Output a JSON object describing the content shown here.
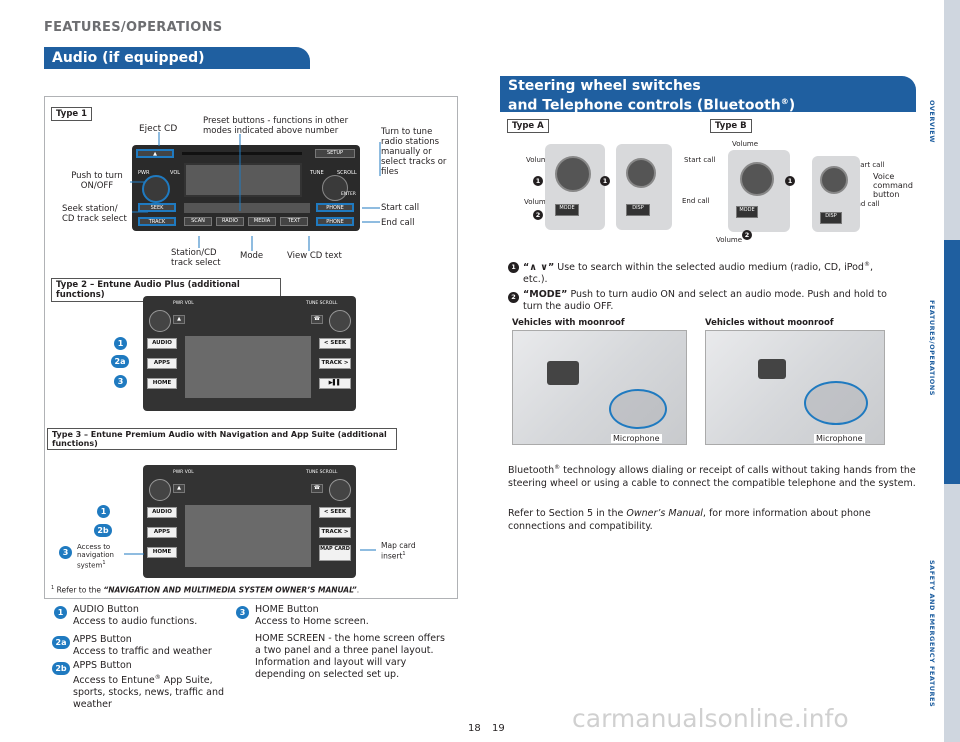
{
  "header": {
    "title": "FEATURES/OPERATIONS"
  },
  "audio": {
    "title": "Audio (if equipped)",
    "type1": {
      "label": "Type 1",
      "callouts": {
        "eject": "Eject CD",
        "preset": "Preset buttons - functions in other modes indicated above number",
        "turn": "Turn to tune radio stations manually or select tracks or files",
        "push": "Push to turn ON/OFF",
        "seek": "Seek station/ CD track select",
        "start_call": "Start call",
        "end_call": "End call",
        "station": "Station/CD track select",
        "mode": "Mode",
        "view": "View CD text"
      },
      "buttons": {
        "setup": "SETUP",
        "pwr": "PWR",
        "vol": "VOL",
        "tune": "TUNE",
        "scroll": "SCROLL",
        "enter": "ENTER",
        "seek": "SEEK",
        "track": "TRACK",
        "scan": "SCAN",
        "radio": "RADIO",
        "media": "MEDIA",
        "text": "TEXT",
        "phone": "PHONE"
      }
    },
    "type2": {
      "label": "Type 2 – Entune Audio Plus (additional functions)",
      "buttons": {
        "pwr_vol": "PWR VOL",
        "tune_scroll": "TUNE SCROLL",
        "audio": "AUDIO",
        "apps": "APPS",
        "home": "HOME",
        "seek": "< SEEK",
        "track": "TRACK >"
      }
    },
    "type3": {
      "label": "Type 3 – Entune Premium Audio with Navigation and App Suite (additional functions)",
      "buttons": {
        "pwr_vol": "PWR VOL",
        "tune_scroll": "TUNE SCROLL",
        "audio": "AUDIO",
        "apps": "APPS",
        "home": "HOME",
        "seek": "< SEEK",
        "track": "TRACK >",
        "map": "MAP CARD"
      },
      "access": "Access to navigation system",
      "map_card": "Map card insert"
    },
    "footnote_prefix": "Refer to the ",
    "footnote_title": "“NAVIGATION AND MULTIMEDIA SYSTEM OWNER’S MANUAL”",
    "footnote_suffix": ".",
    "sup1": "1",
    "markers": {
      "m1": "1",
      "m2a": "2a",
      "m2b": "2b",
      "m3": "3"
    },
    "legend": [
      {
        "marker": "1",
        "title": "AUDIO Button",
        "desc": "Access to audio functions."
      },
      {
        "marker": "2a",
        "title": "APPS Button",
        "desc": "Access to traffic and weather"
      },
      {
        "marker": "2b",
        "title": "APPS Button",
        "desc_pre": "Access to Entune",
        "desc_post": " App Suite, sports, stocks, news, traffic and weather"
      },
      {
        "marker": "3",
        "title": "HOME Button",
        "desc": "Access to Home screen.",
        "desc2": "HOME SCREEN - the home screen offers a two panel and a three panel layout. Information and layout will vary depending on selected set up."
      }
    ]
  },
  "steering": {
    "title_line1": "Steering wheel switches",
    "title_line2_pre": "and Telephone controls (Bluetooth",
    "title_line2_post": ")",
    "type_a": "Type A",
    "type_b": "Type B",
    "volume": "Volume",
    "start_call": "Start call",
    "end_call": "End call",
    "voice": "Voice command button",
    "mode_btn": "MODE",
    "disp_btn": "DISP",
    "item1_pre": "Use to search within the selected audio medium (radio, CD, iPod",
    "item1_post": ", etc.).",
    "item1_sym": "“∧  ∨”",
    "item2_title": "“MODE”",
    "item2_text": "Push to turn audio ON and select an audio mode. Push and hold to turn the audio OFF.",
    "moonroof": "Vehicles with moonroof",
    "no_moonroof": "Vehicles without moonroof",
    "microphone": "Microphone",
    "para1_pre": "Bluetooth",
    "para1_post": " technology allows dialing or receipt of calls without taking hands from the steering wheel or using a cable to connect the compatible telephone and the system.",
    "para2_pre": "Refer to Section 5 in the ",
    "para2_em": "Owner’s Manual",
    "para2_post": ", for more information about phone connections and compatibility.",
    "reg": "®"
  },
  "sidebar": {
    "overview": "OVERVIEW",
    "features": "FEATURES/OPERATIONS",
    "safety": "SAFETY AND EMERGENCY FEATURES"
  },
  "pages": {
    "left": "18",
    "right": "19"
  },
  "watermark": "carmanualsonline.info"
}
